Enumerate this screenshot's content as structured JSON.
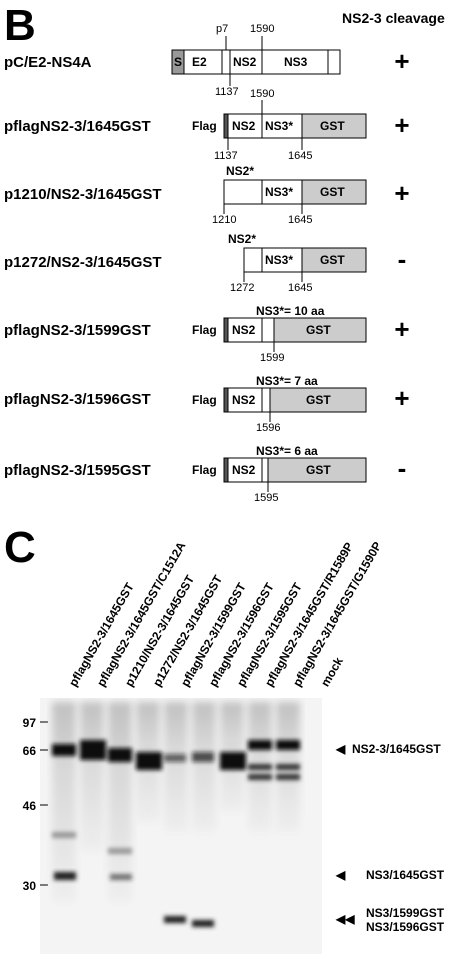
{
  "panel_b": {
    "letter": "B",
    "header": "NS2-3 cleavage",
    "constructs": [
      {
        "name": "pC/E2-NS4A",
        "result": "+"
      },
      {
        "name": "pflagNS2-3/1645GST",
        "result": "+"
      },
      {
        "name": "p1210/NS2-3/1645GST",
        "result": "+"
      },
      {
        "name": "p1272/NS2-3/1645GST",
        "result": "-"
      },
      {
        "name": "pflagNS2-3/1599GST",
        "result": "+"
      },
      {
        "name": "pflagNS2-3/1596GST",
        "result": "+"
      },
      {
        "name": "pflagNS2-3/1595GST",
        "result": "-"
      }
    ],
    "labels": {
      "S": "S",
      "E2": "E2",
      "NS2": "NS2",
      "NS3": "NS3",
      "NS3star": "NS3*",
      "NS2star": "NS2*",
      "GST": "GST",
      "Flag": "Flag",
      "p7": "p7",
      "n1590": "1590",
      "n1137": "1137",
      "n1645": "1645",
      "n1210": "1210",
      "n1272": "1272",
      "n1599": "1599",
      "n1596": "1596",
      "n1595": "1595",
      "aa10": "NS3*= 10 aa",
      "aa7": "NS3*= 7 aa",
      "aa6": "NS3*= 6 aa"
    }
  },
  "panel_c": {
    "letter": "C",
    "lanes": [
      "pflagNS2-3/1645GST",
      "pflagNS2-3/1645GST/C1512A",
      "p1210/NS2-3/1645GST",
      "p1272/NS2-3/1645GST",
      "pflagNS2-3/1599GST",
      "pflagNS2-3/1596GST",
      "pflagNS2-3/1595GST",
      "pflagNS2-3/1645GST/R1589P",
      "pflagNS2-3/1645GST/G1590P",
      "mock"
    ],
    "markers": [
      "97",
      "66",
      "46",
      "30"
    ],
    "bands": [
      {
        "arrow": "◀",
        "label": "NS2-3/1645GST"
      },
      {
        "arrow": "◀",
        "label": "NS3/1645GST"
      },
      {
        "arrow": "◀◀",
        "label": "NS3/1599GST"
      },
      {
        "arrow": "",
        "label": "NS3/1596GST"
      }
    ]
  }
}
